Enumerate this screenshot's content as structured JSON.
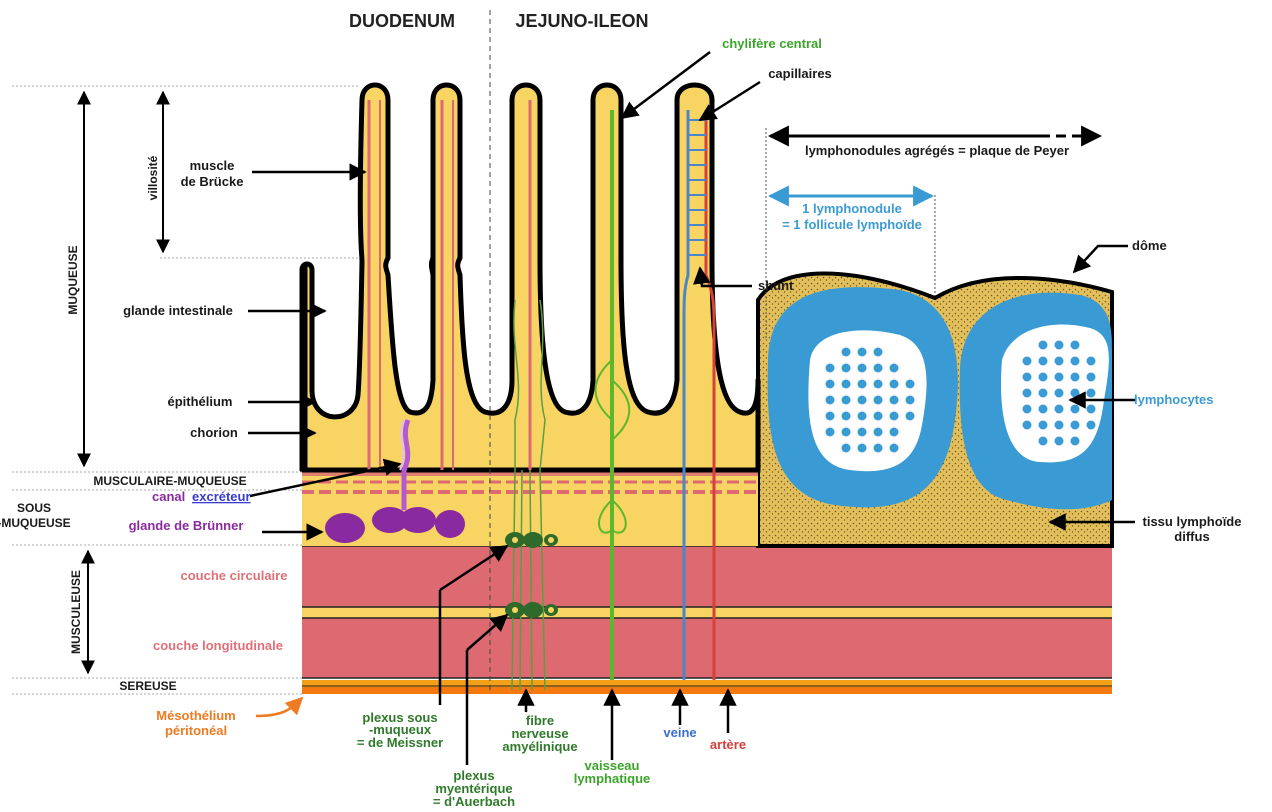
{
  "titles": {
    "left": "DUODENUM",
    "right": "JEJUNO-ILEON"
  },
  "side_labels": {
    "muqueuse": "MUQUEUSE",
    "villosite": "villosité",
    "musculaire_muqueuse": "MUSCULAIRE-MUQUEUSE",
    "sous_muqueuse_1": "SOUS",
    "sous_muqueuse_2": "-MUQUEUSE",
    "musculeuse": "MUSCULEUSE",
    "sereuse": "SEREUSE"
  },
  "labels": {
    "muscle_brucke_1": "muscle",
    "muscle_brucke_2": "de Brücke",
    "glande_intestinale": "glande intestinale",
    "epithelium": "épithélium",
    "chorion": "chorion",
    "canal_1": "canal",
    "canal_2": "excréteur",
    "glande_brunner": "glande de Brünner",
    "couche_circulaire": "couche circulaire",
    "couche_longitudinale": "couche longitudinale",
    "mesothelium_1": "Mésothélium",
    "mesothelium_2": "péritonéal",
    "meissner_1": "plexus sous",
    "meissner_2": "-muqueux",
    "meissner_3": "= de Meissner",
    "auerbach_1": "plexus",
    "auerbach_2": "myentérique",
    "auerbach_3": "= d'Auerbach",
    "fibre_1": "fibre",
    "fibre_2": "nerveuse",
    "fibre_3": "amyélinique",
    "vaisseau_1": "vaisseau",
    "vaisseau_2": "lymphatique",
    "veine": "veine",
    "artere": "artère",
    "chylifere": "chylifère central",
    "capillaires": "capillaires",
    "shunt": "shunt",
    "peyer": "lymphonodules agrégés = plaque de Peyer",
    "lymphonodule_1": "1 lymphonodule",
    "lymphonodule_2": "= 1 follicule lymphoïde",
    "dome": "dôme",
    "lymphocytes": "lymphocytes",
    "tissu_1": "tissu lymphoïde",
    "tissu_2": "diffus"
  },
  "colors": {
    "mucosa_yellow": "#f8d462",
    "muscle_pink": "#dc6a70",
    "lymph_green": "#5cb82a",
    "vein_blue": "#4a86c8",
    "artery_red": "#d8403a",
    "follicle_blue": "#3a9bd4",
    "gland_purple": "#8a2aa0",
    "serosa_orange": "#f08a1a"
  }
}
